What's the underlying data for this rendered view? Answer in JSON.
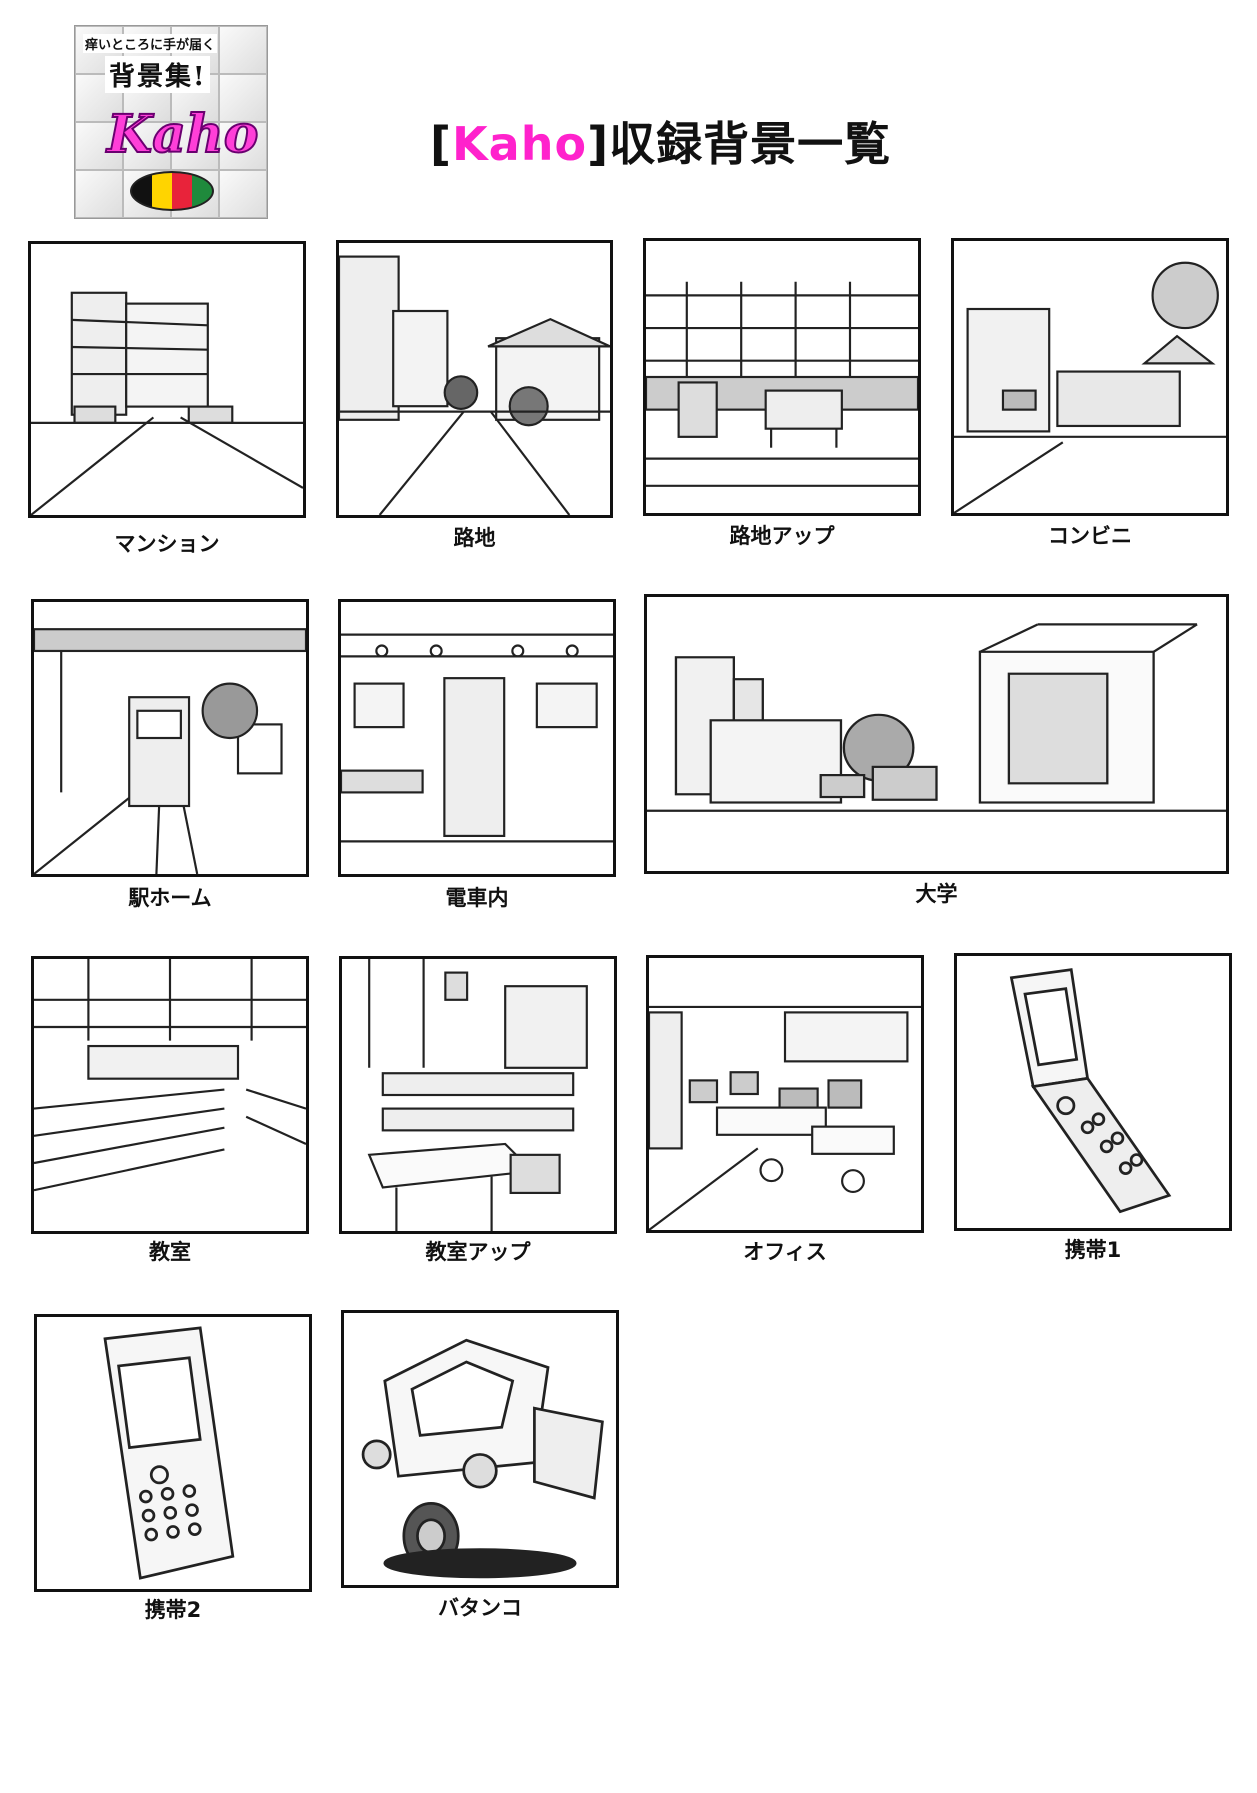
{
  "logo": {
    "tagline": "痒いところに手が届く",
    "series": "背景集!",
    "word": "Kaho"
  },
  "heading": {
    "open_bracket": "[",
    "brand": "Kaho",
    "close_bracket": "]",
    "tail": "収録背景一覧"
  },
  "tiles": [
    {
      "label": "マンション",
      "scene": "apartment"
    },
    {
      "label": "路地",
      "scene": "alley"
    },
    {
      "label": "路地アップ",
      "scene": "alley-close"
    },
    {
      "label": "コンビニ",
      "scene": "store"
    },
    {
      "label": "駅ホーム",
      "scene": "station"
    },
    {
      "label": "電車内",
      "scene": "train-car"
    },
    {
      "label": "大学",
      "scene": "university"
    },
    {
      "label": "教室",
      "scene": "classroom"
    },
    {
      "label": "教室アップ",
      "scene": "classroom-close"
    },
    {
      "label": "オフィス",
      "scene": "office"
    },
    {
      "label": "携帯1",
      "scene": "flip-phone"
    },
    {
      "label": "携帯2",
      "scene": "bar-phone"
    },
    {
      "label": "バタンコ",
      "scene": "three-wheeler"
    }
  ]
}
